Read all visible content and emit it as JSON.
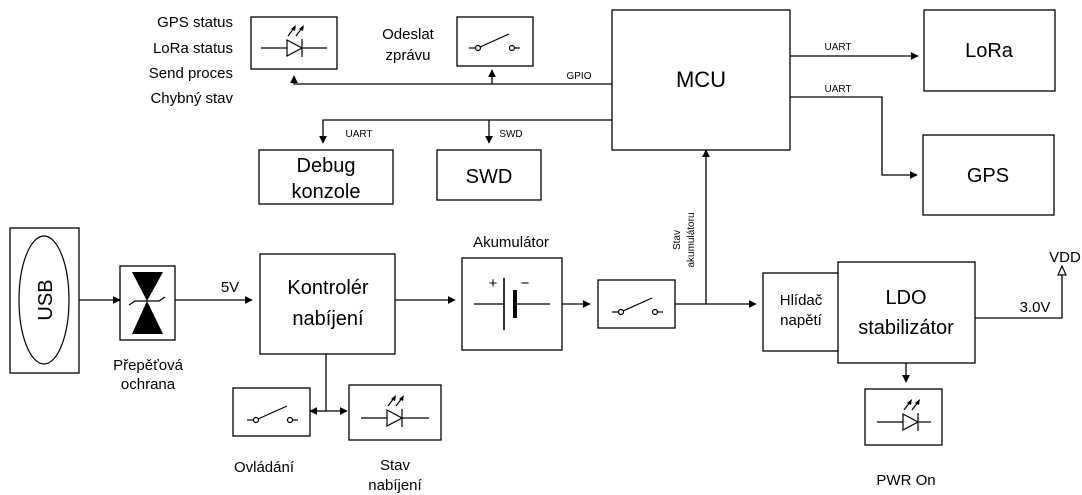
{
  "blocks": {
    "usb": "USB",
    "tvs": [
      "Přepěťová",
      "ochrana"
    ],
    "charger": [
      "Kontrolér",
      "nabíjení"
    ],
    "battery": "Akumulátor",
    "mcu": "MCU",
    "lora": "LoRa",
    "gps": "GPS",
    "debug": [
      "Debug",
      "konzole"
    ],
    "swd": "SWD",
    "watchdog": [
      "Hlídač",
      "napětí"
    ],
    "ldo": [
      "LDO",
      "stabilizátor"
    ],
    "send_button": [
      "Odeslat",
      "zprávu"
    ],
    "control_switch": "Ovládání",
    "charge_led": [
      "Stav",
      "nabíjení"
    ],
    "power_led": "PWR On",
    "status_led_labels": [
      "GPS status",
      "LoRa status",
      "Send proces",
      "Chybný stav"
    ]
  },
  "signals": {
    "v5": "5V",
    "v3": "3.0V",
    "vdd": "VDD",
    "gpio": "GPIO",
    "uart_lora": "UART",
    "uart_gps": "UART",
    "uart_debug": "UART",
    "swd": "SWD",
    "battery_state": [
      "Stav",
      "akumulátoru"
    ],
    "battery_plus": "+",
    "battery_minus": "−"
  }
}
